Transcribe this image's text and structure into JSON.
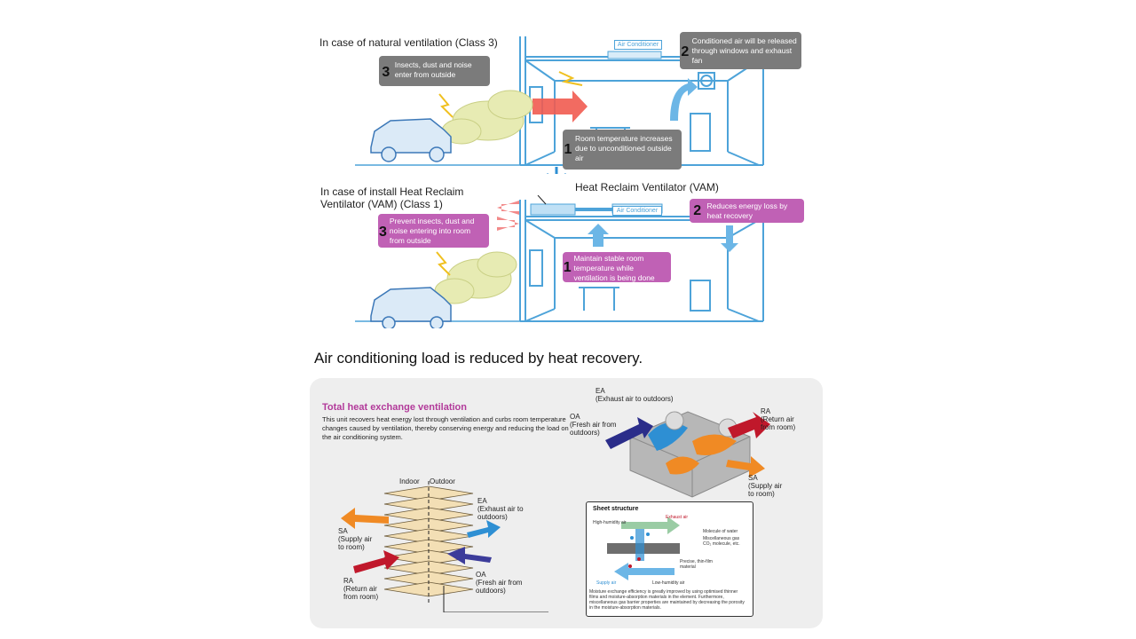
{
  "section1": {
    "title": "In case of natural ventilation (Class 3)",
    "ac_label": "Air Conditioner",
    "badge1": {
      "num": "1",
      "text": "Room temperature increases due to unconditioned outside air"
    },
    "badge2": {
      "num": "2",
      "text": "Conditioned air will be released through windows and exhaust fan"
    },
    "badge3": {
      "num": "3",
      "text": "Insects, dust and noise enter from outside"
    }
  },
  "section2": {
    "title_line1": "In case of install Heat Reclaim",
    "title_line2": "Ventilator (VAM) (Class 1)",
    "vam_label": "Heat Reclaim Ventilator (VAM)",
    "ac_label": "Air Conditioner",
    "badge1": {
      "num": "1",
      "text": "Maintain stable room temperature while ventilation is being done"
    },
    "badge2": {
      "num": "2",
      "text": "Reduces energy loss by heat recovery"
    },
    "badge3": {
      "num": "3",
      "text": "Prevent insects, dust and noise entering into room from outside"
    }
  },
  "heading": "Air conditioning load is reduced by heat recovery.",
  "panel": {
    "title": "Total heat exchange ventilation",
    "description": "This unit recovers heat energy lost through ventilation and curbs room temperature changes caused by ventilation, thereby conserving energy and reducing the load on the air conditioning system.",
    "unit_labels": {
      "ea": "EA\n(Exhaust air to outdoors)",
      "oa": "OA\n(Fresh air from\noutdoors)",
      "ra": "RA\n(Return air\nfrom room)",
      "sa": "SA\n(Supply air\nto room)"
    },
    "core_labels": {
      "indoor": "Indoor",
      "outdoor": "Outdoor",
      "ea": "EA\n(Exhaust air to\noutdoors)",
      "sa": "SA\n(Supply air\nto room)",
      "oa": "OA\n(Fresh air from\noutdoors)",
      "ra": "RA\n(Return air\nfrom room)"
    },
    "sheet": {
      "title": "Sheet structure",
      "high_humidity": "High-humidity air",
      "exhaust_air": "Exhaust air",
      "molecule_water": "Molecule of water",
      "misc_gas": "Miscellaneous gas\nCO₂ molecule, etc.",
      "thin_film": "Precise, thin-film\nmaterial",
      "low_humidity": "Low-humidity air",
      "supply_air": "Supply air",
      "note": "Moisture exchange efficiency is greatly improved by using optimised thinner films and moisture-absorption materials in the element. Furthermore, miscellaneous gas barrier properties are maintained by decreasing the porosity in the moisture-absorption materials."
    }
  },
  "colors": {
    "blue": "#4da3d9",
    "grey_badge": "#7b7b7b",
    "pink_badge": "#c061b5",
    "orange": "#f08a24",
    "red": "#c0182b",
    "navy": "#3c3c9a",
    "title_purple": "#b23a9a"
  }
}
